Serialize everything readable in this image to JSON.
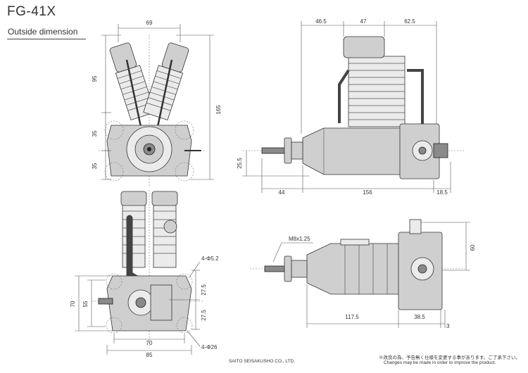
{
  "header": {
    "title": "FG-41X",
    "subtitle": "Outside dimension"
  },
  "footer": {
    "maker": "SAITO SEISAKUSHO CO., LTD.",
    "note_jp": "※改良の為、予告無く仕様を変更する事があります。ご了承下さい。",
    "note_en": "Changes may be made in order to improve the product."
  },
  "dimensions": {
    "front_width": "69",
    "front_upper": "95",
    "front_mid": "35",
    "front_low": "35",
    "front_total": "165",
    "side_a": "46.5",
    "side_b": "47",
    "side_c": "62.5",
    "side_shaft_height": "25.5",
    "side_prop": "44",
    "side_body": "156",
    "side_rear": "18.5",
    "rear_mount_holes": "4-Φ5.2",
    "rear_top": "27.5",
    "rear_bottom": "27.5",
    "rear_height_outer": "70",
    "rear_height_inner": "55",
    "rear_width_inner": "70",
    "rear_width_outer": "85",
    "rear_bolt_circle": "4-Φ26",
    "bottom_thread": "M8x1.25",
    "bottom_height": "60",
    "bottom_length": "117.5",
    "bottom_rear": "38.5",
    "bottom_gap": "3"
  }
}
